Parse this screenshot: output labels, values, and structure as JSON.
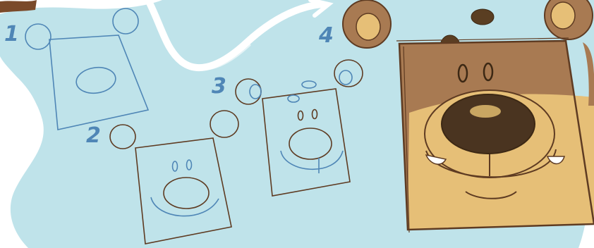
{
  "steps": [
    {
      "number": "1"
    },
    {
      "number": "2"
    },
    {
      "number": "3"
    },
    {
      "number": "4"
    }
  ],
  "colors": {
    "background_blob": "#bfe3ea",
    "sketch_blue": "#4f86b6",
    "outline_brown": "#5e3b22",
    "fur_dark": "#a87a52",
    "fur_light": "#e6bf77",
    "ear_inner": "#d8b06b",
    "nose": "#4a3420",
    "nose_highlight": "#c9a662",
    "number_blue": "#4f86b6",
    "arrow_white": "#ffffff"
  },
  "icons": [
    "step-number",
    "swoosh-arrow",
    "bear-sketch"
  ]
}
